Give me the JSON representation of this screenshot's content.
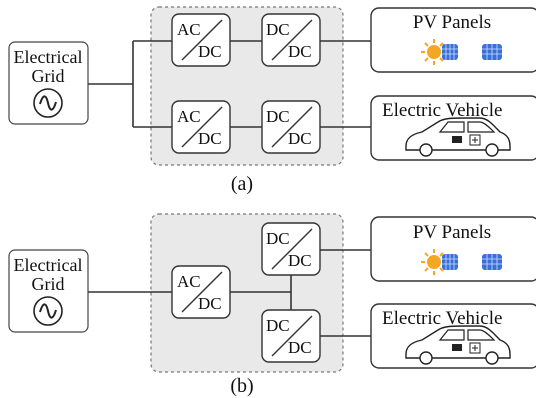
{
  "diagram_a": {
    "grid_label_line1": "Electrical",
    "grid_label_line2": "Grid",
    "conv1_top": "AC",
    "conv1_bottom": "DC",
    "conv2_top": "DC",
    "conv2_bottom": "DC",
    "conv3_top": "AC",
    "conv3_bottom": "DC",
    "conv4_top": "DC",
    "conv4_bottom": "DC",
    "pv_label": "PV Panels",
    "ev_label": "Electric Vehicle",
    "caption": "(a)"
  },
  "diagram_b": {
    "grid_label_line1": "Electrical",
    "grid_label_line2": "Grid",
    "conv_ac_top": "AC",
    "conv_ac_bottom": "DC",
    "conv_pv_top": "DC",
    "conv_pv_bottom": "DC",
    "conv_ev_top": "DC",
    "conv_ev_bottom": "DC",
    "pv_label": "PV Panels",
    "ev_label": "Electric Vehicle",
    "caption": "(b)"
  },
  "colors": {
    "line": "#333333",
    "dashed_fill": "#e9e9e9",
    "sun": "#f5a623",
    "panel": "#3a6fd8"
  }
}
